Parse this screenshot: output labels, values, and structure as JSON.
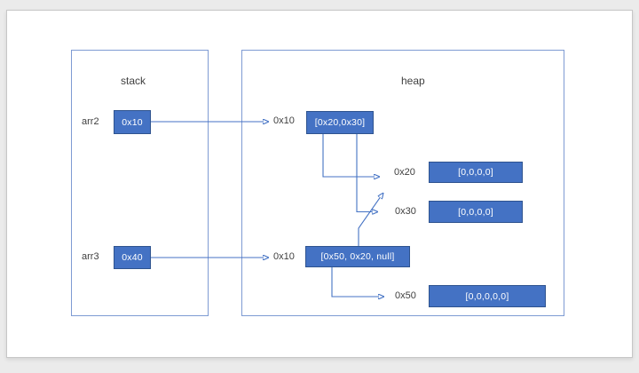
{
  "diagram": {
    "kind": "memory-layout",
    "colors": {
      "box_fill": "#4472C4",
      "box_border": "#2E538F",
      "region_outline": "#7E9BD3",
      "connector": "#4472C4",
      "label_text": "#404040",
      "box_text": "#FFFFFF",
      "card_bg": "#FFFFFF",
      "page_bg": "#EBEBEB"
    }
  },
  "stack": {
    "title": "stack",
    "items": [
      {
        "label": "arr2",
        "value": "0x10"
      },
      {
        "label": "arr3",
        "value": "0x40"
      }
    ]
  },
  "heap": {
    "title": "heap",
    "entries": [
      {
        "address": "0x10",
        "value": "[0x20,0x30]"
      },
      {
        "address": "0x20",
        "value": "[0,0,0,0]"
      },
      {
        "address": "0x30",
        "value": "[0,0,0,0]"
      },
      {
        "address": "0x10",
        "value": "[0x50, 0x20, null]"
      },
      {
        "address": "0x50",
        "value": "[0,0,0,0,0]"
      }
    ]
  },
  "edges": [
    {
      "from": "stack.arr2 (0x10)",
      "to": "heap 0x10 [0x20,0x30]"
    },
    {
      "from": "heap [0x20,0x30] slot 0",
      "to": "heap 0x20 [0,0,0,0]"
    },
    {
      "from": "heap [0x20,0x30] slot 1",
      "to": "heap 0x30 [0,0,0,0]"
    },
    {
      "from": "stack.arr3 (0x40)",
      "to": "heap 0x10 [0x50, 0x20, null]"
    },
    {
      "from": "heap [0x50, 0x20, null] slot 1",
      "to": "heap 0x20 row (diagonal up)"
    },
    {
      "from": "heap [0x50, 0x20, null] slot 0",
      "to": "heap 0x50 [0,0,0,0,0]"
    }
  ]
}
